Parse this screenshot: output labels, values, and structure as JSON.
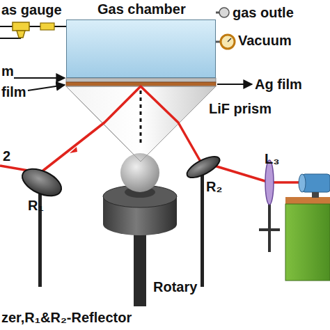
{
  "diagram": {
    "nodes": [
      {
        "text": [
          "Gas chamber"
        ]
      }
    ],
    "labels": [
      "as gauge",
      "gas outle",
      "Vacuum",
      "m",
      "Ag film",
      "film",
      "LiF prism",
      "2",
      "R₁",
      "R₂",
      "L₃",
      "Rotary",
      "zer,R₁&R₂-Reflector"
    ]
  }
}
